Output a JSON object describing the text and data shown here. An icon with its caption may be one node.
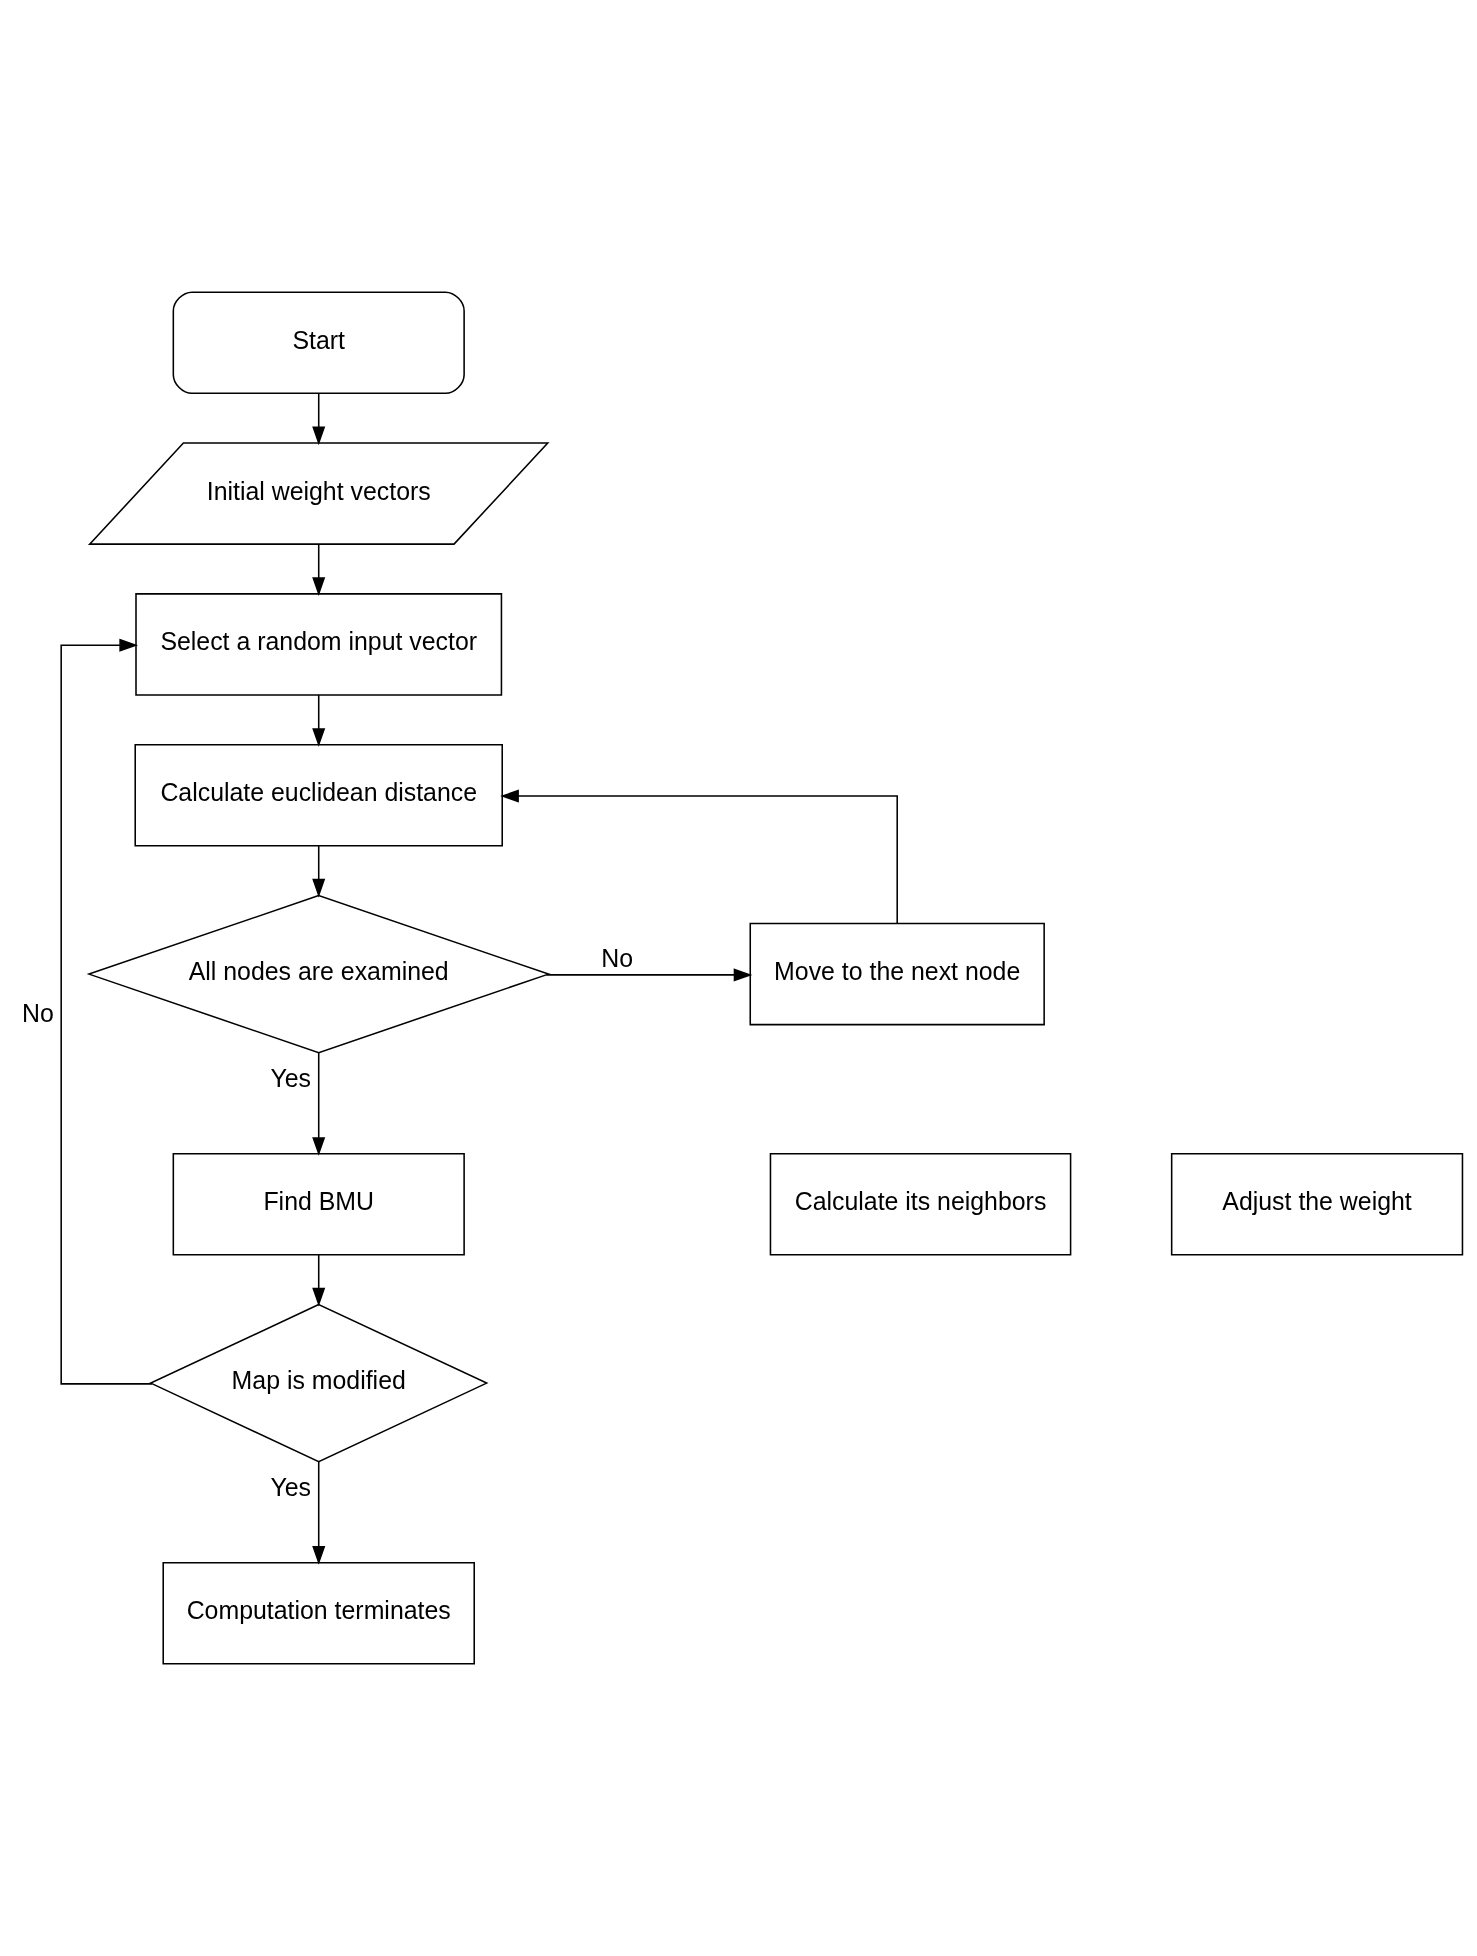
{
  "diagram": {
    "nodes": [
      {
        "text": [
          "Start"
        ]
      },
      {
        "text": [
          "Initial weight vectors"
        ]
      },
      {
        "text": [
          "Select a random input vector"
        ]
      },
      {
        "text": [
          "Calculate euclidean distance"
        ]
      },
      {
        "text": [
          "All nodes are examined"
        ]
      },
      {
        "text": [
          "Move to the next node"
        ]
      },
      {
        "text": [
          "Find BMU"
        ]
      },
      {
        "text": [
          "Calculate its neighbors"
        ]
      },
      {
        "text": [
          "Adjust the weight"
        ]
      },
      {
        "text": [
          "Map is modified"
        ]
      },
      {
        "text": [
          "Computation terminates"
        ]
      }
    ],
    "edges": [
      {
        "from": 0,
        "to": 1,
        "arrow": "to"
      },
      {
        "from": 1,
        "to": 2,
        "arrow": "to"
      },
      {
        "from": 2,
        "to": 3,
        "arrow": "to"
      },
      {
        "from": 3,
        "to": 4,
        "arrow": "to"
      },
      {
        "from": 4,
        "to": 5,
        "arrow": "to",
        "label": "No"
      },
      {
        "from": 5,
        "to": 3,
        "arrow": "to"
      },
      {
        "from": 4,
        "to": 6,
        "arrow": "to",
        "label": "Yes"
      },
      {
        "from": 6,
        "to": 9,
        "arrow": "to"
      },
      {
        "from": 9,
        "to": 2,
        "arrow": "to",
        "label": "No"
      },
      {
        "from": 9,
        "to": 10,
        "arrow": "to",
        "label": "Yes"
      }
    ]
  }
}
